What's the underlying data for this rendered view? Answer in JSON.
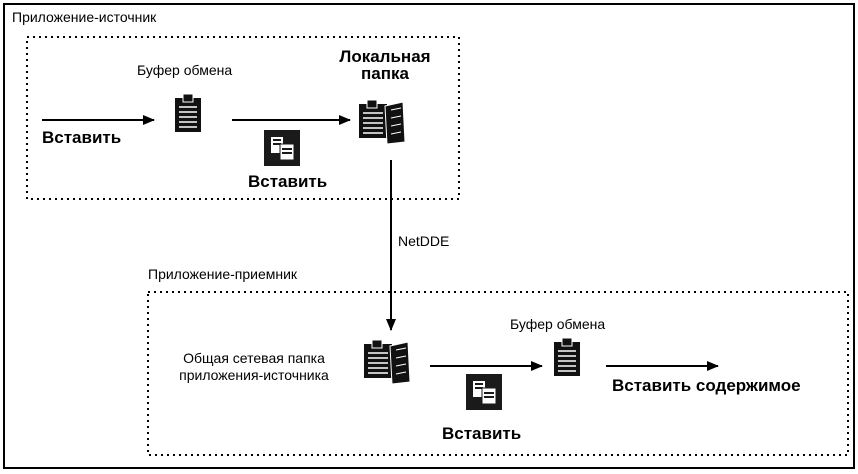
{
  "source_app": {
    "title": "Приложение-источник",
    "clipboard_label": "Буфер обмена",
    "local_folder_label": "Локальная\nпапка",
    "insert_left": "Вставить",
    "insert_below": "Вставить"
  },
  "link_label": "NetDDE",
  "target_app": {
    "title": "Приложение-приемник",
    "shared_folder_label": "Общая сетевая папка\nприложения-источника",
    "clipboard_label": "Буфер обмена",
    "insert_below": "Вставить",
    "insert_contents": "Вставить содержимое"
  }
}
